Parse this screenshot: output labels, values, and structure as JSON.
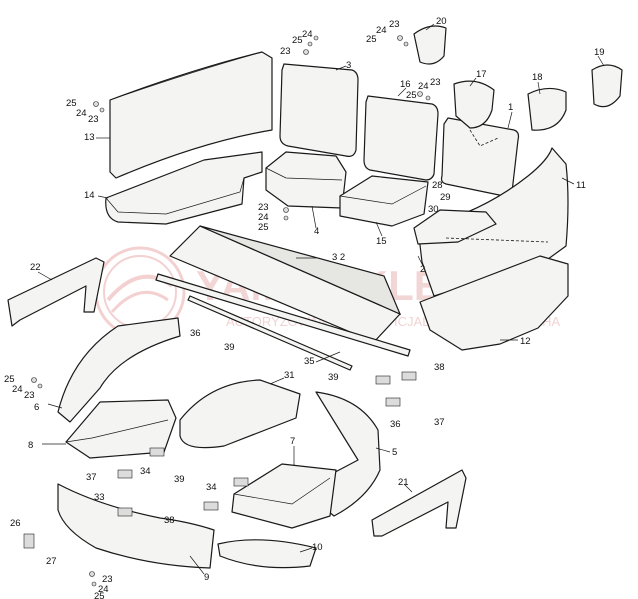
{
  "watermark": {
    "brand": "YAMA-SKLEP.PL",
    "tagline": "OFICJALNY DEALER YAMAHA",
    "prefix": "AUTORYZOWANY"
  },
  "callouts": [
    {
      "id": "c1",
      "label": "1"
    },
    {
      "id": "c2",
      "label": "2"
    },
    {
      "id": "c3",
      "label": "3"
    },
    {
      "id": "c4",
      "label": "4"
    },
    {
      "id": "c5",
      "label": "5"
    },
    {
      "id": "c6",
      "label": "6"
    },
    {
      "id": "c7",
      "label": "7"
    },
    {
      "id": "c8",
      "label": "8"
    },
    {
      "id": "c9",
      "label": "9"
    },
    {
      "id": "c10",
      "label": "10"
    },
    {
      "id": "c11",
      "label": "11"
    },
    {
      "id": "c12",
      "label": "12"
    },
    {
      "id": "c13",
      "label": "13"
    },
    {
      "id": "c14",
      "label": "14"
    },
    {
      "id": "c15",
      "label": "15"
    },
    {
      "id": "c16",
      "label": "16"
    },
    {
      "id": "c17",
      "label": "17"
    },
    {
      "id": "c18",
      "label": "18"
    },
    {
      "id": "c19",
      "label": "19"
    },
    {
      "id": "c20",
      "label": "20"
    },
    {
      "id": "c21",
      "label": "21"
    },
    {
      "id": "c22",
      "label": "22"
    },
    {
      "id": "c26",
      "label": "26"
    },
    {
      "id": "c27",
      "label": "27"
    },
    {
      "id": "c28",
      "label": "28"
    },
    {
      "id": "c29",
      "label": "29"
    },
    {
      "id": "c30",
      "label": "30"
    },
    {
      "id": "c31",
      "label": "31"
    },
    {
      "id": "c32",
      "label": "3 2"
    },
    {
      "id": "c33",
      "label": "33"
    },
    {
      "id": "c34a",
      "label": "34"
    },
    {
      "id": "c34b",
      "label": "34"
    },
    {
      "id": "c35",
      "label": "35"
    },
    {
      "id": "c36a",
      "label": "36"
    },
    {
      "id": "c36b",
      "label": "36"
    },
    {
      "id": "c37a",
      "label": "37"
    },
    {
      "id": "c37b",
      "label": "37"
    },
    {
      "id": "c38a",
      "label": "38"
    },
    {
      "id": "c38b",
      "label": "38"
    },
    {
      "id": "c39a",
      "label": "39"
    },
    {
      "id": "c39b",
      "label": "39"
    },
    {
      "id": "c39c",
      "label": "39"
    },
    {
      "id": "f1a",
      "label": "25"
    },
    {
      "id": "f1b",
      "label": "24"
    },
    {
      "id": "f1c",
      "label": "23"
    },
    {
      "id": "f2a",
      "label": "25"
    },
    {
      "id": "f2b",
      "label": "24"
    },
    {
      "id": "f2c",
      "label": "23"
    },
    {
      "id": "f3a",
      "label": "25"
    },
    {
      "id": "f3b",
      "label": "24"
    },
    {
      "id": "f3c",
      "label": "23"
    },
    {
      "id": "f4a",
      "label": "25"
    },
    {
      "id": "f4b",
      "label": "24"
    },
    {
      "id": "f4c",
      "label": "23"
    },
    {
      "id": "f5a",
      "label": "23"
    },
    {
      "id": "f5b",
      "label": "24"
    },
    {
      "id": "f5c",
      "label": "25"
    },
    {
      "id": "f6a",
      "label": "25"
    },
    {
      "id": "f6b",
      "label": "24"
    },
    {
      "id": "f6c",
      "label": "23"
    },
    {
      "id": "f7a",
      "label": "23"
    },
    {
      "id": "f7b",
      "label": "24"
    },
    {
      "id": "f7c",
      "label": "25"
    }
  ]
}
